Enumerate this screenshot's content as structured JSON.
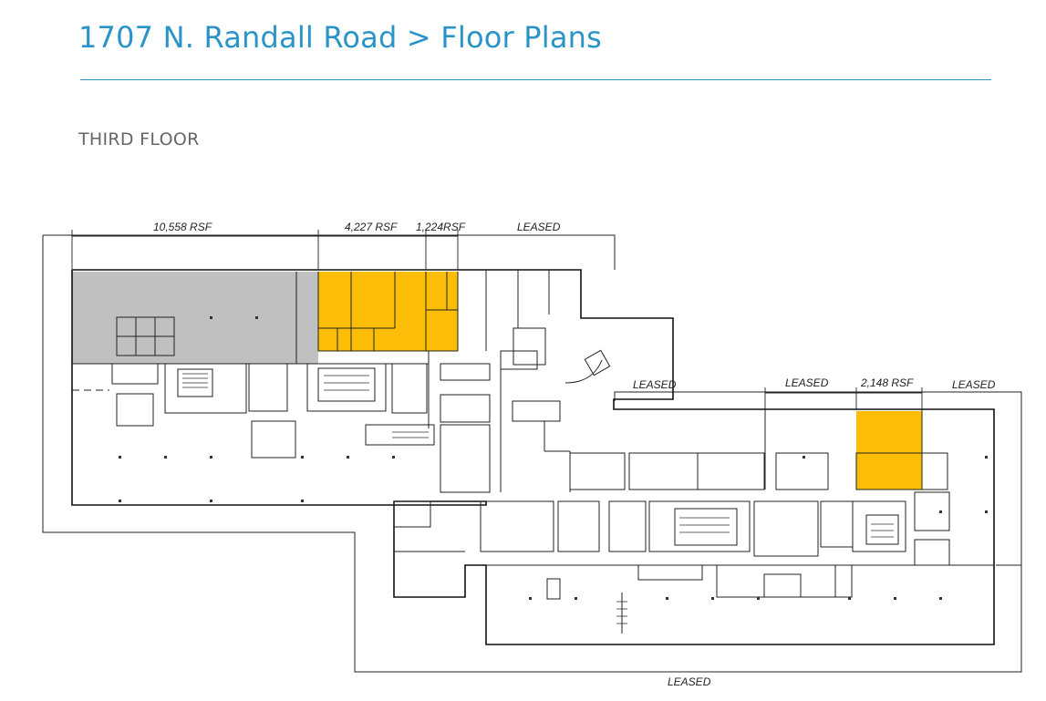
{
  "header": {
    "breadcrumb_property": "1707 N. Randall Road",
    "breadcrumb_separator": ">",
    "breadcrumb_section": "Floor Plans"
  },
  "floor": {
    "label": "THIRD FLOOR"
  },
  "suites": [
    {
      "label": "10,558 RSF",
      "status": "available",
      "color": "#c0c0c0"
    },
    {
      "label": "4,227 RSF",
      "status": "available",
      "color": "#fbbd08"
    },
    {
      "label": "1,224RSF",
      "status": "available",
      "color": "#fbbd08"
    },
    {
      "label": "2,148 RSF",
      "status": "available",
      "color": "#fbbd08"
    }
  ],
  "leased_labels": [
    "LEASED",
    "LEASED",
    "LEASED",
    "LEASED",
    "LEASED"
  ],
  "colors": {
    "accent": "#2a94c9",
    "available_yellow": "#fbbd08",
    "available_gray": "#c0c0c0",
    "walls": "#111111"
  }
}
